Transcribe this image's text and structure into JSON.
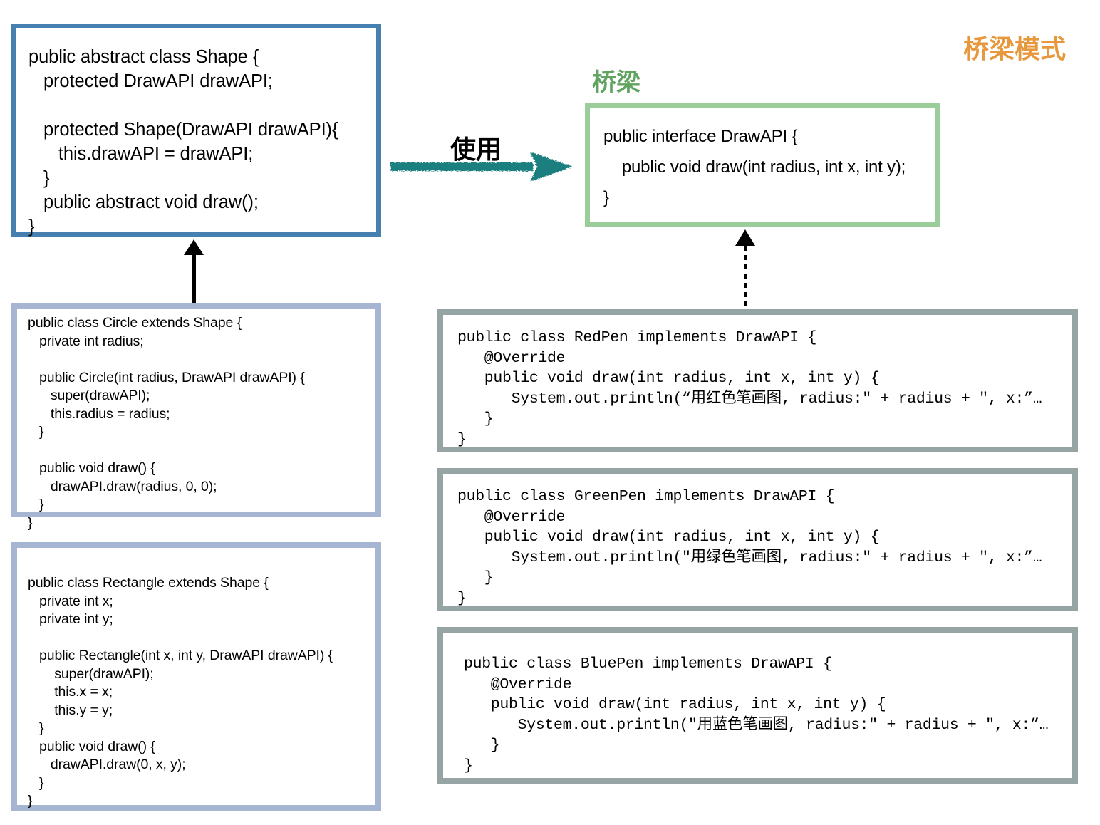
{
  "title": "桥梁模式",
  "colors": {
    "title_orange": "#e8983c",
    "bridge_green": "#61a361",
    "shape_border": "#4580b0",
    "subclass_border": "#a6b5d2",
    "interface_border": "#9bcd9b",
    "impl_border": "#97a4a4",
    "arrow_teal": "#1f7f7f"
  },
  "bridge_label": "桥梁",
  "uses_label": "使用",
  "boxes": {
    "shape": {
      "name": "Shape",
      "kind": "abstract-class",
      "code": "public abstract class Shape {\n   protected DrawAPI drawAPI;\n\n   protected Shape(DrawAPI drawAPI){\n      this.drawAPI = drawAPI;\n   }\n   public abstract void draw();\n}"
    },
    "circle": {
      "name": "Circle",
      "kind": "class",
      "code": "public class Circle extends Shape {\n   private int radius;\n\n   public Circle(int radius, DrawAPI drawAPI) {\n      super(drawAPI);\n      this.radius = radius;\n   }\n\n   public void draw() {\n      drawAPI.draw(radius, 0, 0);\n   }\n}"
    },
    "rectangle": {
      "name": "Rectangle",
      "kind": "class",
      "code": "public class Rectangle extends Shape {\n   private int x;\n   private int y;\n\n   public Rectangle(int x, int y, DrawAPI drawAPI) {\n       super(drawAPI);\n       this.x = x;\n       this.y = y;\n   }\n   public void draw() {\n      drawAPI.draw(0, x, y);\n   }\n}"
    },
    "drawapi": {
      "name": "DrawAPI",
      "kind": "interface",
      "code": "public interface DrawAPI {\n    public void draw(int radius, int x, int y);\n}"
    },
    "redpen": {
      "name": "RedPen",
      "kind": "class",
      "code": "public class RedPen implements DrawAPI {\n   @Override\n   public void draw(int radius, int x, int y) {\n      System.out.println(“用红色笔画图, radius:\" + radius + \", x:”…\n   }\n}"
    },
    "greenpen": {
      "name": "GreenPen",
      "kind": "class",
      "code": "public class GreenPen implements DrawAPI {\n   @Override\n   public void draw(int radius, int x, int y) {\n      System.out.println(\"用绿色笔画图, radius:\" + radius + \", x:”…\n   }\n}"
    },
    "bluepen": {
      "name": "BluePen",
      "kind": "class",
      "code": "public class BluePen implements DrawAPI {\n   @Override\n   public void draw(int radius, int x, int y) {\n      System.out.println(\"用蓝色笔画图, radius:\" + radius + \", x:”…\n   }\n}"
    }
  },
  "connectors": [
    {
      "name": "circle-extends-shape",
      "type": "inheritance",
      "from": "Circle",
      "to": "Shape"
    },
    {
      "name": "redpen-implements-drawapi",
      "type": "realization",
      "from": "RedPen",
      "to": "DrawAPI"
    },
    {
      "name": "shape-uses-drawapi",
      "type": "uses",
      "from": "Shape",
      "to": "DrawAPI",
      "label": "使用"
    }
  ]
}
